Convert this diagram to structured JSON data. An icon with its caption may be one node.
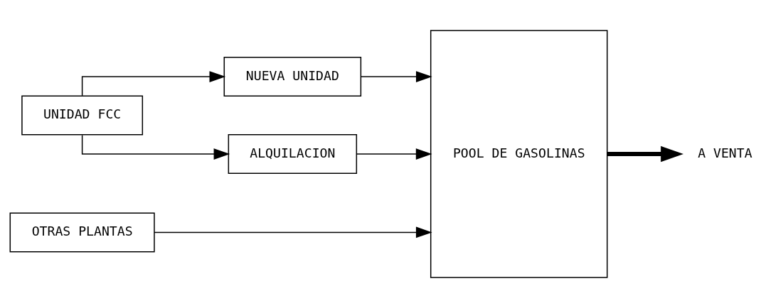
{
  "diagram": {
    "nodes": [
      {
        "text": [
          "UNIDAD FCC"
        ]
      },
      {
        "text": [
          "NUEVA UNIDAD"
        ]
      },
      {
        "text": [
          "ALQUILACION"
        ]
      },
      {
        "text": [
          "OTRAS PLANTAS"
        ]
      },
      {
        "text": [
          "POOL DE GASOLINAS"
        ]
      },
      {
        "text": [
          "A VENTA"
        ]
      }
    ],
    "edges": [
      {
        "from": 0,
        "to": 1,
        "arrow": "to"
      },
      {
        "from": 0,
        "to": 2,
        "arrow": "to"
      },
      {
        "from": 1,
        "to": 4,
        "arrow": "to"
      },
      {
        "from": 2,
        "to": 4,
        "arrow": "to"
      },
      {
        "from": 3,
        "to": 4,
        "arrow": "to"
      },
      {
        "from": 4,
        "to": 5,
        "arrow": "to",
        "style": "thick"
      }
    ]
  }
}
